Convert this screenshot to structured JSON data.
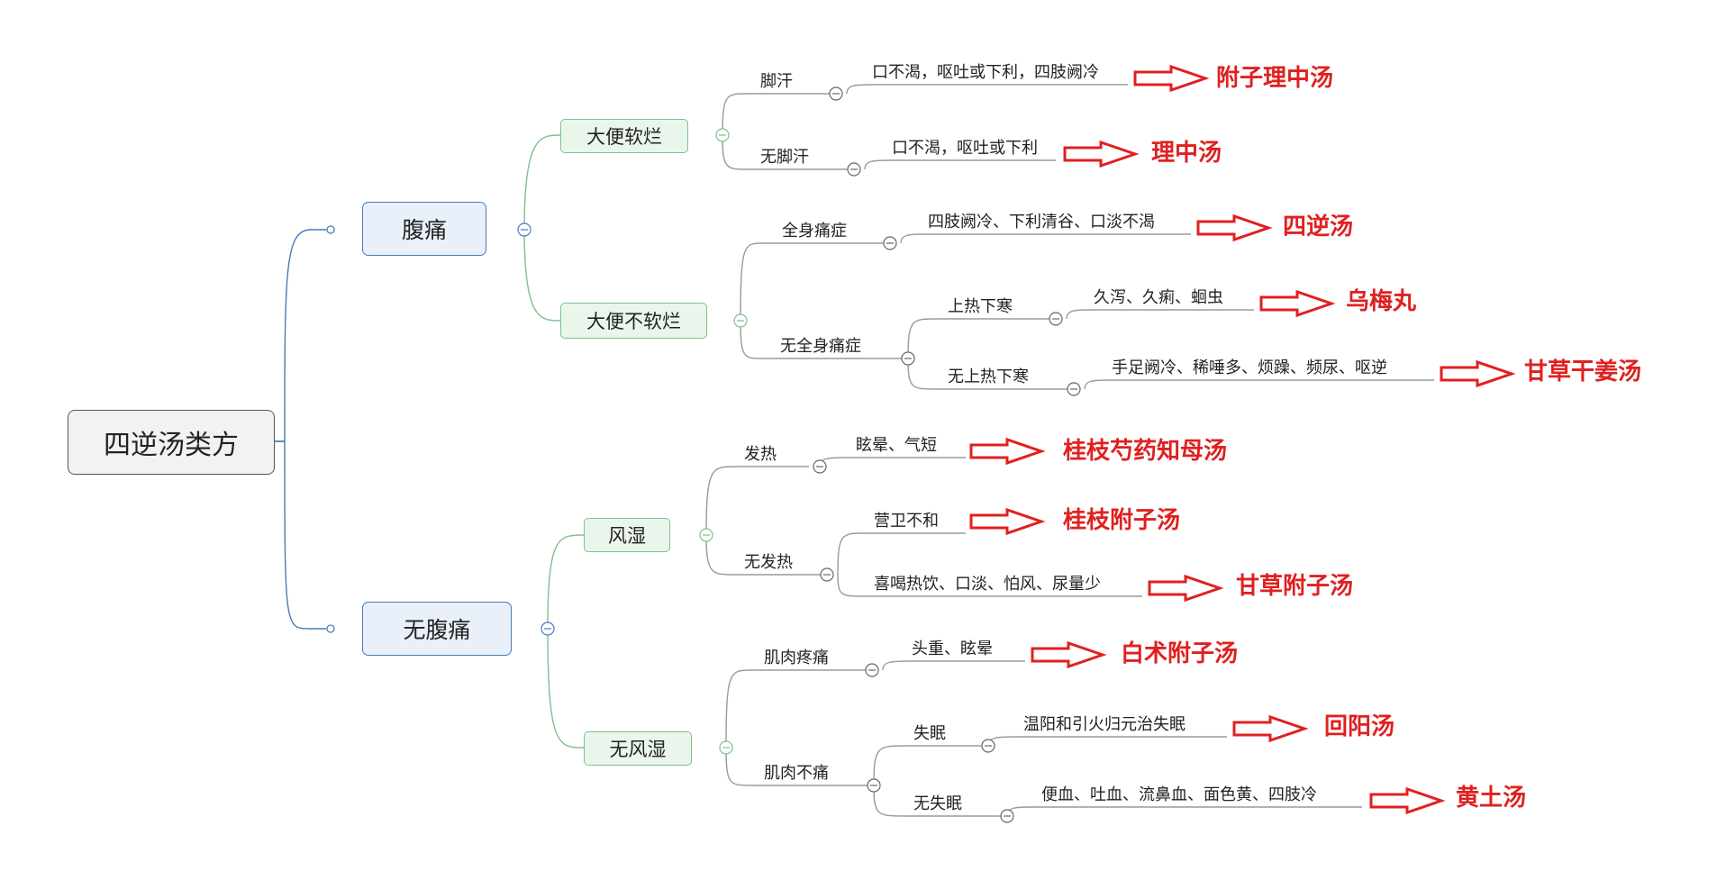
{
  "root": "四逆汤类方",
  "branches": {
    "b1": "腹痛",
    "b2": "无腹痛",
    "b1_1": "大便软烂",
    "b1_2": "大便不软烂",
    "b2_1": "风湿",
    "b2_2": "无风湿"
  },
  "conditions": {
    "c1": "脚汗",
    "c2": "无脚汗",
    "c3": "全身痛症",
    "c4": "无全身痛症",
    "c4a": "上热下寒",
    "c4b": "无上热下寒",
    "c5": "发热",
    "c6": "无发热",
    "c7": "肌肉疼痛",
    "c8": "肌肉不痛",
    "c8a": "失眠",
    "c8b": "无失眠"
  },
  "symptoms": {
    "s1": "口不渴，呕吐或下利，四肢阙冷",
    "s2": "口不渴，呕吐或下利",
    "s3": "四肢阙冷、下利清谷、口淡不渴",
    "s4": "久泻、久痢、蛔虫",
    "s5": "手足阙冷、稀唾多、烦躁、频尿、呕逆",
    "s6": "眩晕、气短",
    "s7": "营卫不和",
    "s8": "喜喝热饮、口淡、怕风、尿量少",
    "s9": "头重、眩晕",
    "s10": "温阳和引火归元治失眠",
    "s11": "便血、吐血、流鼻血、面色黄、四肢冷"
  },
  "prescriptions": {
    "p1": "附子理中汤",
    "p2": "理中汤",
    "p3": "四逆汤",
    "p4": "乌梅丸",
    "p5": "甘草干姜汤",
    "p6": "桂枝芍药知母汤",
    "p7": "桂枝附子汤",
    "p8": "甘草附子汤",
    "p9": "白术附子汤",
    "p10": "回阳汤",
    "p11": "黄土汤"
  },
  "colors": {
    "level1_line": "#4a7bb6",
    "level2_line": "#7fc08e",
    "leaf_line": "#9a9a9a",
    "arrow": "#e02020",
    "prescription_text": "#e02020"
  }
}
